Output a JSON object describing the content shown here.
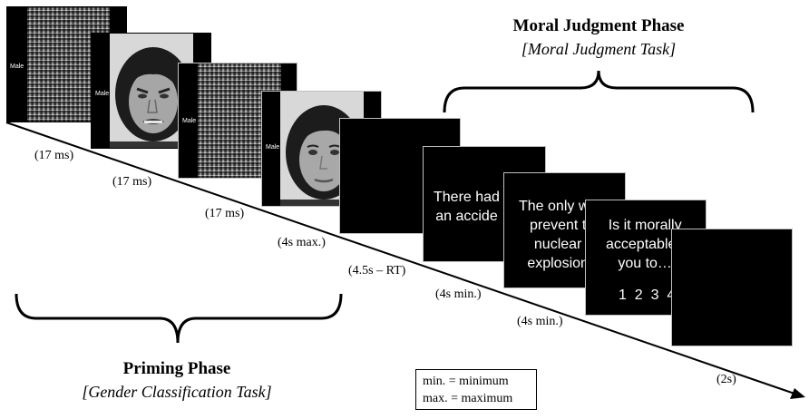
{
  "frames": {
    "f1": {
      "tag": "Male"
    },
    "f2": {
      "tag": "Male"
    },
    "f3": {
      "tag": "Male"
    },
    "f4": {
      "tag": "Male"
    },
    "f6": {
      "text": "There had\nan accide"
    },
    "f7": {
      "text": "The only wa\nprevent t\nnuclear\nexplosion"
    },
    "f8": {
      "text": "Is it morally\nacceptable t\nyou to…",
      "scale": "1  2  3  4"
    }
  },
  "timings": [
    "(17 ms)",
    "(17 ms)",
    "(17 ms)",
    "(4s max.)",
    "(4.5s – RT)",
    "(4s min.)",
    "(4s min.)",
    "(2s)"
  ],
  "phases": {
    "moral": {
      "title": "Moral Judgment Phase",
      "subtitle": "[Moral Judgment Task]"
    },
    "priming": {
      "title": "Priming Phase",
      "subtitle": "[Gender Classification Task]"
    }
  },
  "legend": {
    "min": "min.  = minimum",
    "max": "max. = maximum"
  }
}
